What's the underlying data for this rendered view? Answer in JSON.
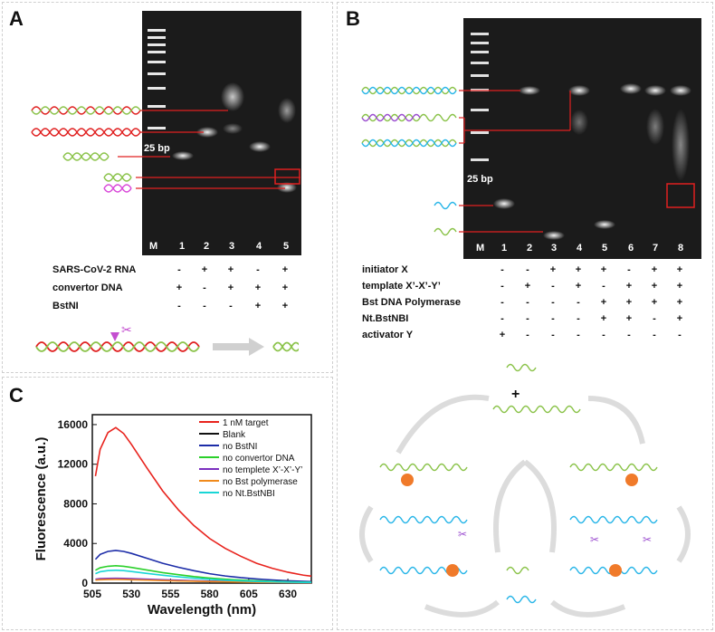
{
  "panelA": {
    "label": "A",
    "marker_text": "25 bp",
    "lanes": [
      "M",
      "1",
      "2",
      "3",
      "4",
      "5"
    ],
    "rows": [
      {
        "label": "SARS-CoV-2 RNA",
        "signs": [
          "-",
          "+",
          "+",
          "-",
          "+"
        ]
      },
      {
        "label": "convertor DNA",
        "signs": [
          "+",
          "-",
          "+",
          "+",
          "+"
        ]
      },
      {
        "label": "BstNI",
        "signs": [
          "-",
          "-",
          "-",
          "+",
          "+"
        ]
      }
    ]
  },
  "panelB": {
    "label": "B",
    "marker_text": "25 bp",
    "lanes": [
      "M",
      "1",
      "2",
      "3",
      "4",
      "5",
      "6",
      "7",
      "8"
    ],
    "rows": [
      {
        "label": "initiator X",
        "signs": [
          "-",
          "-",
          "+",
          "+",
          "+",
          "-",
          "+",
          "+"
        ]
      },
      {
        "label": "template X’-X’-Y’",
        "signs": [
          "-",
          "+",
          "-",
          "+",
          "-",
          "+",
          "+",
          "+"
        ]
      },
      {
        "label": "Bst DNA Polymerase",
        "signs": [
          "-",
          "-",
          "-",
          "-",
          "+",
          "+",
          "+",
          "+"
        ]
      },
      {
        "label": "Nt.BstNBI",
        "signs": [
          "-",
          "-",
          "-",
          "-",
          "+",
          "+",
          "-",
          "+"
        ]
      },
      {
        "label": "activator Y",
        "signs": [
          "+",
          "-",
          "-",
          "-",
          "-",
          "-",
          "-",
          "-"
        ]
      }
    ],
    "plus_sign": "+"
  },
  "panelC": {
    "label": "C"
  },
  "chart_data": {
    "type": "line",
    "xlabel": "Wavelength (nm)",
    "ylabel": "Fluorescence (a.u.)",
    "xlim": [
      505,
      645
    ],
    "ylim": [
      0,
      17000
    ],
    "xticks": [
      505,
      530,
      555,
      580,
      605,
      630
    ],
    "yticks": [
      0,
      4000,
      8000,
      12000,
      16000
    ],
    "legend_position": "top-right",
    "x": [
      507,
      510,
      515,
      520,
      525,
      530,
      540,
      550,
      560,
      570,
      580,
      590,
      600,
      610,
      620,
      630,
      640,
      645
    ],
    "series": [
      {
        "name": "1 nM target",
        "color": "#e8231d",
        "values": [
          10800,
          13500,
          15200,
          15700,
          15100,
          14000,
          11600,
          9300,
          7400,
          5800,
          4500,
          3500,
          2700,
          2000,
          1500,
          1100,
          800,
          700
        ]
      },
      {
        "name": "Blank",
        "color": "#111111",
        "values": [
          350,
          380,
          400,
          410,
          400,
          380,
          340,
          290,
          250,
          210,
          180,
          150,
          120,
          100,
          80,
          70,
          60,
          55
        ]
      },
      {
        "name": "no BstNI",
        "color": "#1c2ca8",
        "values": [
          2400,
          2900,
          3200,
          3300,
          3200,
          3000,
          2500,
          2000,
          1600,
          1250,
          950,
          720,
          550,
          420,
          320,
          240,
          180,
          160
        ]
      },
      {
        "name": "no convertor DNA",
        "color": "#2bd02b",
        "values": [
          1300,
          1550,
          1700,
          1750,
          1700,
          1580,
          1320,
          1060,
          850,
          660,
          510,
          390,
          300,
          230,
          175,
          130,
          100,
          90
        ]
      },
      {
        "name": "no templete X’-X’-Y’",
        "color": "#7b2fbf",
        "values": [
          400,
          450,
          480,
          490,
          480,
          450,
          400,
          340,
          290,
          240,
          200,
          165,
          135,
          110,
          90,
          75,
          60,
          55
        ]
      },
      {
        "name": "no Bst polymerase",
        "color": "#f08a1c",
        "values": [
          300,
          340,
          360,
          370,
          360,
          340,
          300,
          260,
          220,
          185,
          155,
          130,
          105,
          85,
          70,
          60,
          50,
          45
        ]
      },
      {
        "name": "no Nt.BstNBI",
        "color": "#19d6d6",
        "values": [
          950,
          1150,
          1260,
          1300,
          1260,
          1170,
          980,
          790,
          630,
          490,
          380,
          290,
          225,
          170,
          130,
          100,
          75,
          70
        ]
      }
    ]
  }
}
